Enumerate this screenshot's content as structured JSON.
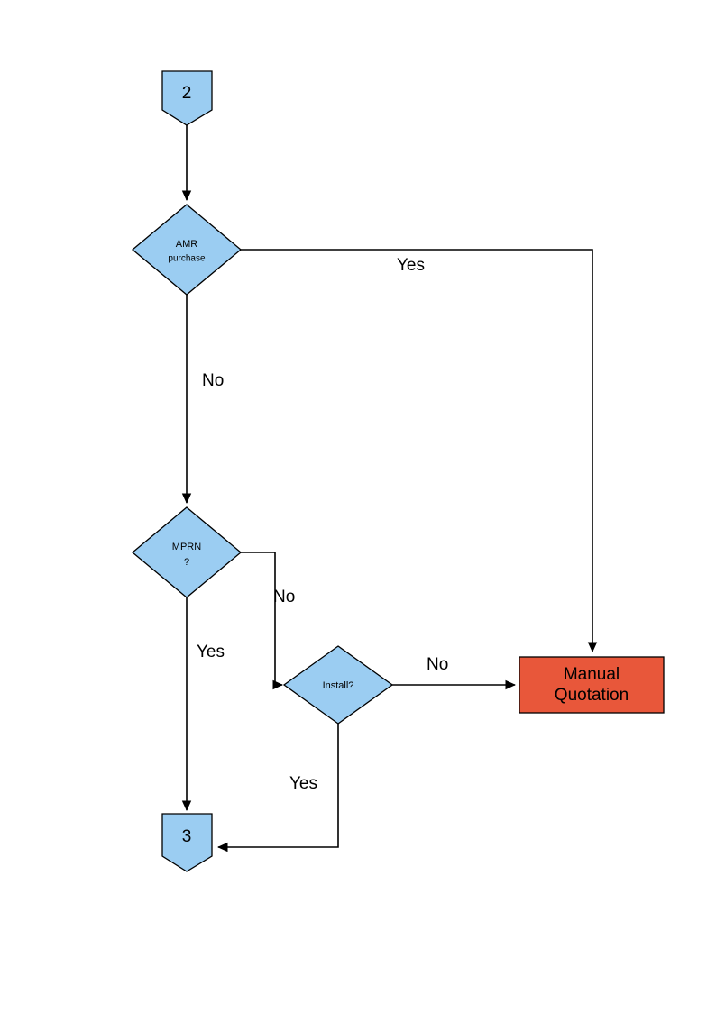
{
  "diagram": {
    "type": "flowchart",
    "title": "AMR purchase / MPRN / Install decision flow",
    "colors": {
      "node_blue": "#9BCDF2",
      "node_orange": "#E8573A",
      "stroke": "#000000",
      "background": "#FFFFFF"
    },
    "nodes": [
      {
        "id": "start-2",
        "shape": "pentagon-connector",
        "label": "2",
        "label_lines": [
          "2"
        ]
      },
      {
        "id": "amr-purchase",
        "shape": "decision-diamond",
        "label": "AMR purchase",
        "label_lines": [
          "AMR",
          "purchase"
        ]
      },
      {
        "id": "mprn",
        "shape": "decision-diamond",
        "label": "MPRN ?",
        "label_lines": [
          "MPRN",
          "?"
        ]
      },
      {
        "id": "install",
        "shape": "decision-diamond",
        "label": "Install?",
        "label_lines": [
          "Install?"
        ]
      },
      {
        "id": "manual-quotation",
        "shape": "process-box",
        "label": "Manual Quotation",
        "label_lines": [
          "Manual",
          "Quotation"
        ]
      },
      {
        "id": "end-3",
        "shape": "pentagon-connector",
        "label": "3",
        "label_lines": [
          "3"
        ]
      }
    ],
    "edges": [
      {
        "id": "e-start-amr",
        "from": "start-2",
        "to": "amr-purchase",
        "label": ""
      },
      {
        "id": "e-amr-yes",
        "from": "amr-purchase",
        "to": "manual-quotation",
        "label": "Yes"
      },
      {
        "id": "e-amr-no",
        "from": "amr-purchase",
        "to": "mprn",
        "label": "No"
      },
      {
        "id": "e-mprn-no",
        "from": "mprn",
        "to": "install",
        "label": "No"
      },
      {
        "id": "e-mprn-yes",
        "from": "mprn",
        "to": "end-3",
        "label": "Yes"
      },
      {
        "id": "e-install-no",
        "from": "install",
        "to": "manual-quotation",
        "label": "No"
      },
      {
        "id": "e-install-yes",
        "from": "install",
        "to": "end-3",
        "label": "Yes"
      }
    ],
    "edge_labels": {
      "amr_yes": "Yes",
      "amr_no": "No",
      "mprn_no": "No",
      "mprn_yes": "Yes",
      "install_no": "No",
      "install_yes": "Yes"
    }
  }
}
